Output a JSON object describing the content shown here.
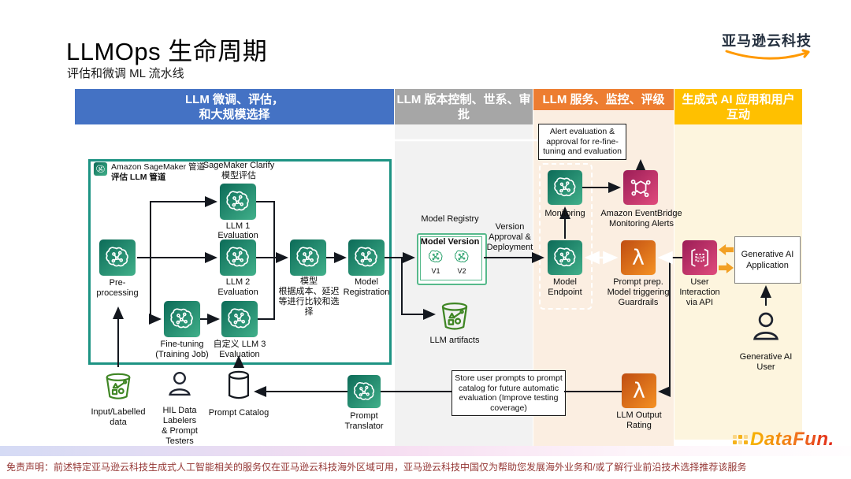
{
  "slide": {
    "title": "LLMOps 生命周期",
    "subtitle": "评估和微调 ML 流水线",
    "brand_logo_text": "亚马逊云科技",
    "footer_brand": "DataFun.",
    "disclaimer": "免责声明：前述特定亚马逊云科技生成式人工智能相关的服务仅在亚马逊云科技海外区域可用，亚马逊云科技中国仅为帮助您发展海外业务和/或了解行业前沿技术选择推荐该服务"
  },
  "sections": {
    "finetune": {
      "label": "LLM 微调、评估，\n和大规模选择",
      "color": "#4472C4"
    },
    "version": {
      "label": "LLM 版本控制、世系、审\n批",
      "color": "#A6A6A6"
    },
    "serve": {
      "label": "LLM 服务、监控、评级",
      "color": "#ED7D31"
    },
    "app": {
      "label": "生成式 AI 应用和用户\n互动",
      "color": "#FFC000"
    }
  },
  "pipeline": {
    "header_title": "Amazon SageMaker 管道",
    "header_subtitle": "评估 LLM 管道",
    "clarify": "SageMaker Clarify\n模型评估"
  },
  "nodes": {
    "preprocessing": "Pre-\nprocessing",
    "llm1": "LLM 1\nEvaluation",
    "llm2": "LLM 2\nEvaluation",
    "finetuning": "Fine-tuning\n(Training Job)",
    "llm3": "自定义 LLM 3\nEvaluation",
    "model_compare": "模型\n根据成本、延迟\n等进行比较和选\n择",
    "model_registration": "Model\nRegistration",
    "model_registry": "Model Registry",
    "model_version": "Model Version",
    "v1": "V1",
    "v2": "V2",
    "version_approval": "Version\nApproval &\nDeployment",
    "llm_artifacts": "LLM artifacts",
    "monitoring": "Monitoring",
    "eventbridge": "Amazon EventBridge\nMonitoring Alerts",
    "model_endpoint": "Model\nEndpoint",
    "prompt_prep": "Prompt prep.\nModel triggering\nGuardrails",
    "user_interaction": "User\nInteraction\nvia API",
    "genai_app": "Generative AI\nApplication",
    "genai_user": "Generative AI\nUser",
    "llm_output_rating": "LLM Output\nRating",
    "store_note": "Store user prompts to prompt\ncatalog for future automatic\nevaluation (Improve testing\ncoverage)",
    "alert_note": "Alert evaluation &\napproval for re-fine-\ntuning and evaluation",
    "prompt_translator": "Prompt\nTranslator",
    "prompt_catalog": "Prompt Catalog",
    "hil": "HIL Data\nLabelers\n& Prompt\nTesters",
    "input_data": "Input/Labelled\ndata"
  },
  "icons": {
    "ml-model-icon": "teal gradient square with white neural-brain circuit glyph",
    "lambda-icon": "orange gradient square with white λ",
    "eventbridge-icon": "pink gradient square with white hexagon network",
    "api-gateway-icon": "pink gradient square with white brackets and </>",
    "bucket-icon": "green outline bucket with shapes",
    "database-cylinder-icon": "black outline cylinder",
    "person-icon": "dark outline head and shoulders",
    "aws-smile-icon": "orange smile arrow"
  },
  "colors": {
    "section_finetune": "#4472C4",
    "section_version": "#A6A6A6",
    "section_serve": "#ED7D31",
    "section_app": "#FFC000",
    "pipeline_border": "#1d9383",
    "aws_orange": "#FF9900",
    "ml_icon_teal": "#0c6b58",
    "lambda_orange": "#f59123",
    "eventbridge_pink": "#e04b7c",
    "bucket_green": "#3f8624",
    "disclaimer_red": "#953735"
  }
}
